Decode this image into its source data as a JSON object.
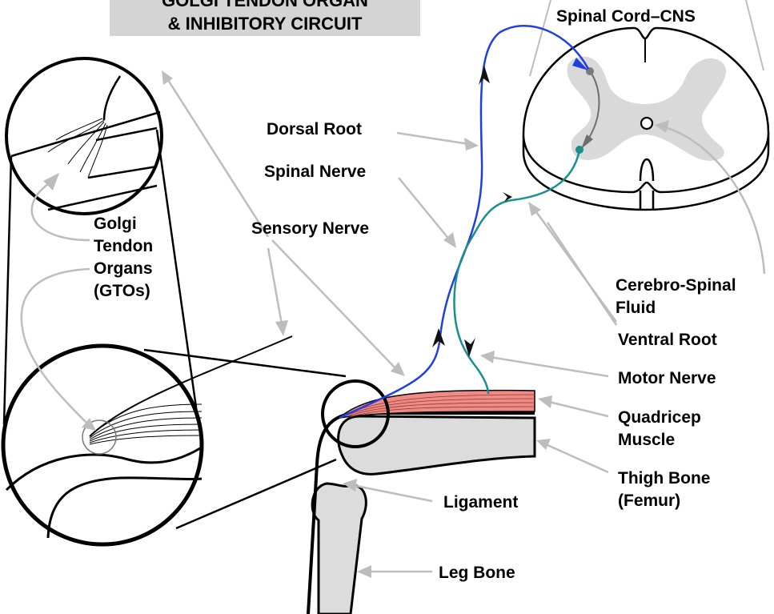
{
  "title": {
    "line1": "GOLGI TENDON ORGAN",
    "line2": "& INHIBITORY CIRCUIT"
  },
  "labels": {
    "spinal_cord": "Spinal  Cord–CNS",
    "dorsal_root": "Dorsal Root",
    "spinal_nerve": "Spinal Nerve",
    "sensory_nerve": "Sensory Nerve",
    "gto_line1": "Golgi",
    "gto_line2": "Tendon",
    "gto_line3": "Organs",
    "gto_line4": "(GTOs)",
    "csf_line1": "Cerebro-Spinal",
    "csf_line2": "Fluid",
    "ventral_root": "Ventral Root",
    "motor_nerve": "Motor Nerve",
    "quad_line1": "Quadricep",
    "quad_line2": "Muscle",
    "thigh_line1": "Thigh Bone",
    "thigh_line2": "(Femur)",
    "ligament": "Ligament",
    "leg_bone": "Leg Bone"
  },
  "colors": {
    "sensory_nerve": "#1f3fe0",
    "motor_nerve": "#1a8f8f",
    "muscle": "#f08a85",
    "bone": "#dcdcdc",
    "gray_matter": "#d9d9d9",
    "pointer": "#bdbdbd",
    "title_bg": "#d4d4d4"
  }
}
